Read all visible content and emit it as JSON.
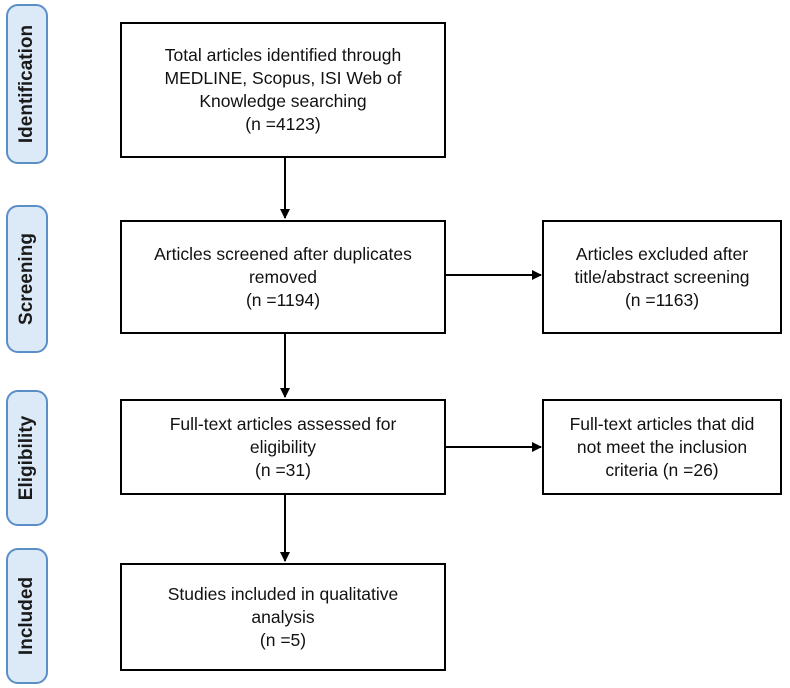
{
  "stages": [
    {
      "id": "identification",
      "label": "Identification"
    },
    {
      "id": "screening",
      "label": "Screening"
    },
    {
      "id": "eligibility",
      "label": "Eligibility"
    },
    {
      "id": "included",
      "label": "Included"
    }
  ],
  "boxes": {
    "identified": {
      "lines": [
        "Total articles identified through",
        "MEDLINE, Scopus, ISI Web of",
        "Knowledge searching",
        "(n =4123)"
      ]
    },
    "screened": {
      "lines": [
        "Articles screened after duplicates",
        "removed",
        "(n =1194)"
      ]
    },
    "excluded": {
      "lines": [
        "Articles excluded after",
        "title/abstract screening",
        "(n =1163)"
      ]
    },
    "fulltext": {
      "lines": [
        "Full-text articles assessed for",
        "eligibility",
        "(n =31)"
      ]
    },
    "fulltext_excluded": {
      "lines": [
        "Full-text articles that did",
        "not meet the inclusion",
        "criteria (n =26)"
      ]
    },
    "included": {
      "lines": [
        "Studies included in qualitative",
        "analysis",
        "(n =5)"
      ]
    }
  },
  "colors": {
    "stage_fill": "#dceaf7",
    "stage_border": "#5a8ec7",
    "box_border": "#000000",
    "arrow": "#000000"
  }
}
